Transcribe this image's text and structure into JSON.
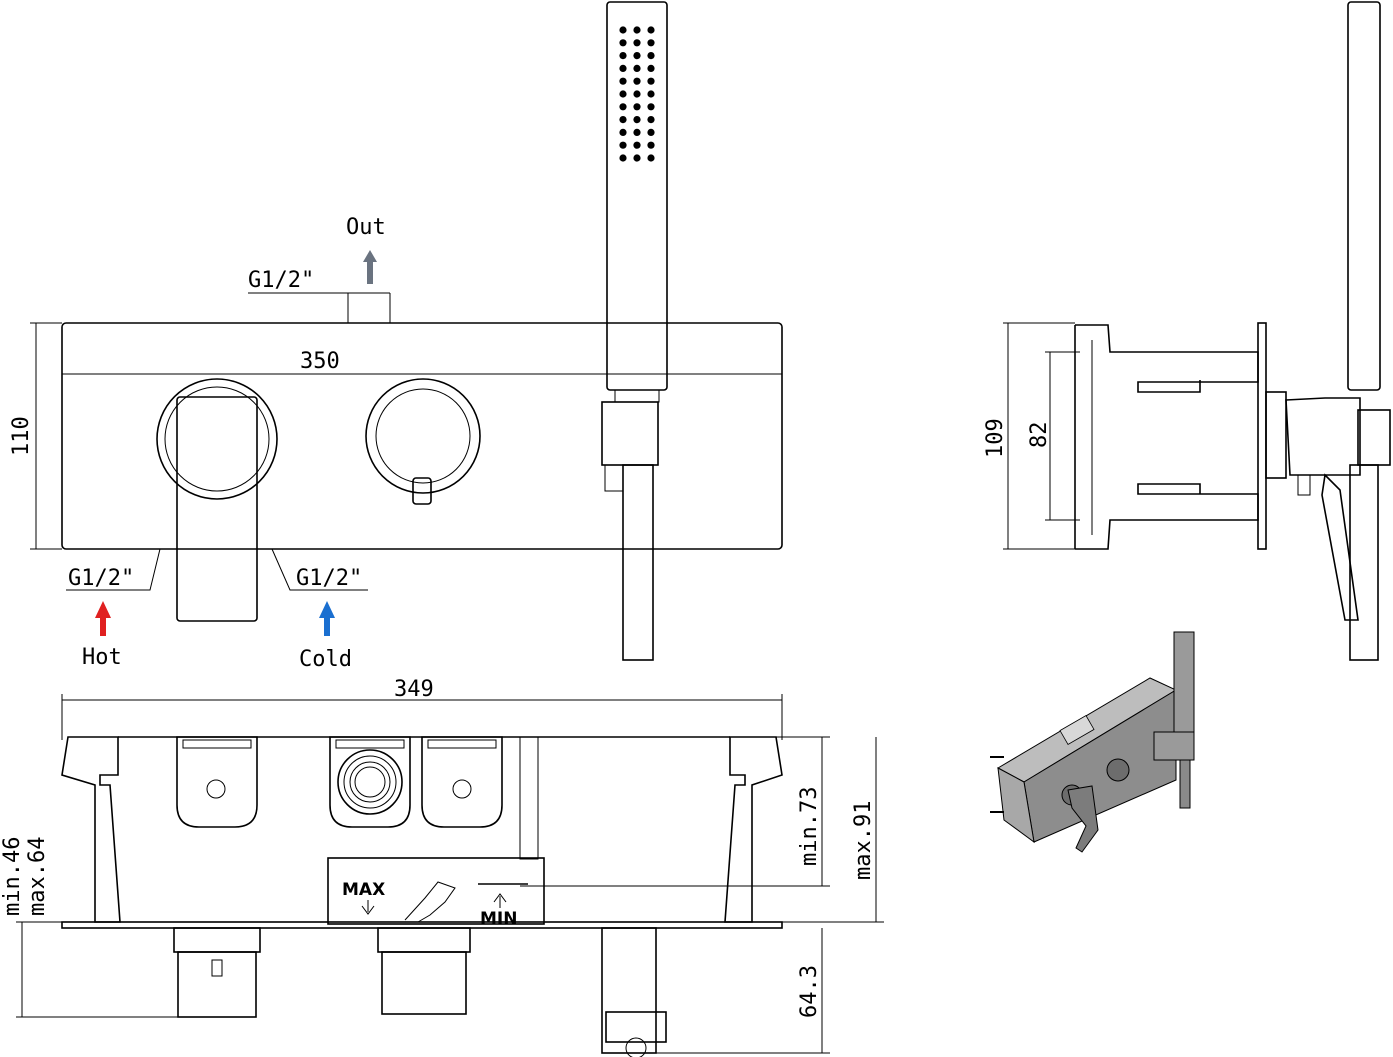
{
  "labels": {
    "out": "Out",
    "out_thread": "G1/2\"",
    "hot": "Hot",
    "hot_thread": "G1/2\"",
    "cold": "Cold",
    "cold_thread": "G1/2\"",
    "width_front": "350",
    "height_front": "110",
    "width_box": "349",
    "side_height": "109",
    "side_inner": "82",
    "min46": "min.46",
    "max64": "max.64",
    "min73": "min.73",
    "max91": "max.91",
    "depth_bottom": "64.3",
    "max_mark": "MAX",
    "min_mark": "MIN"
  },
  "colors": {
    "hot_arrow": "#e02020",
    "cold_arrow": "#1a6fd0",
    "out_arrow": "#6a7380",
    "iso_body": "#8d8d8d"
  }
}
